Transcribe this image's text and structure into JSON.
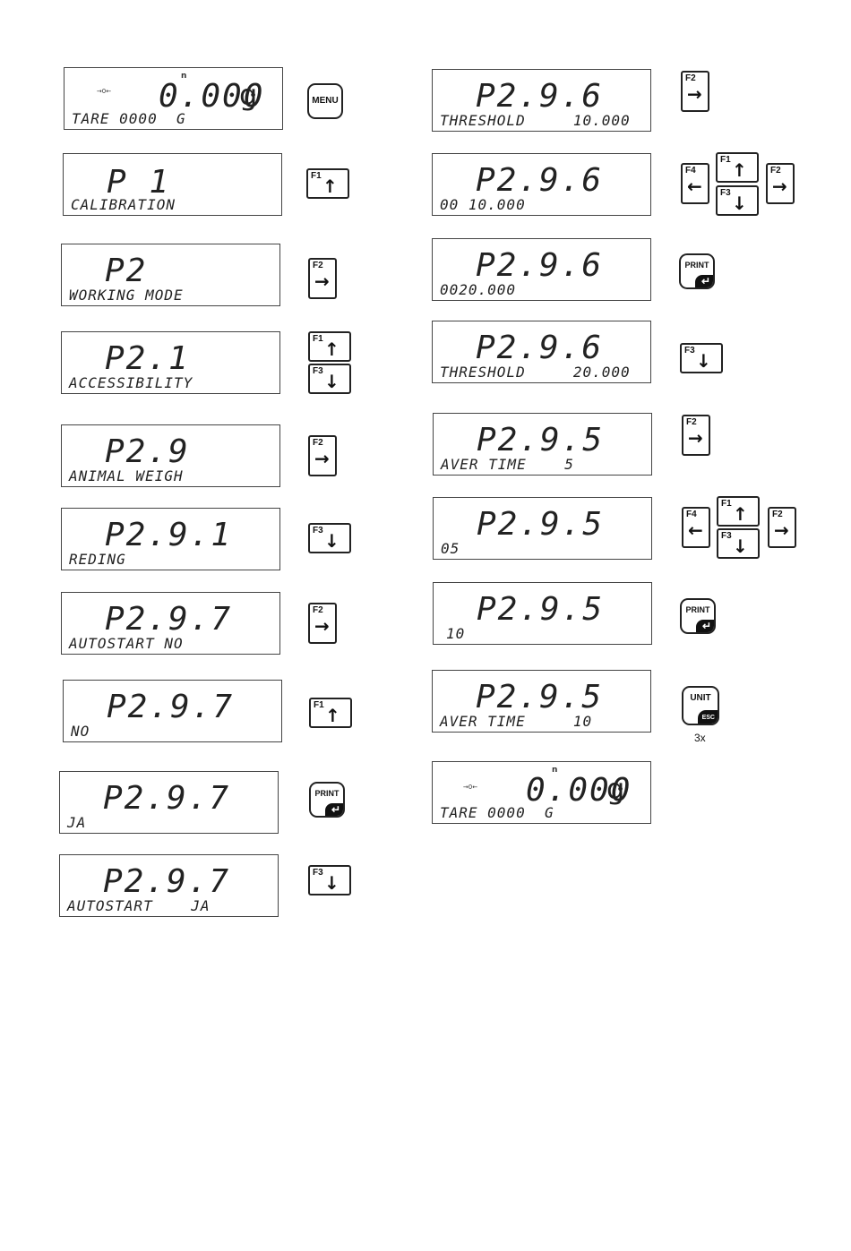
{
  "left": [
    {
      "big": "0.000",
      "unit": "g",
      "small": "TARE 0000  G"
    },
    {
      "big": "P 1",
      "small": "CALIBRATION"
    },
    {
      "big": "P2",
      "small": "WORKING MODE"
    },
    {
      "big": "P2.1",
      "small": "ACCESSIBILITY"
    },
    {
      "big": "P2.9",
      "small": "ANIMAL WEIGH"
    },
    {
      "big": "P2.9.1",
      "small": "REDING"
    },
    {
      "big": "P2.9.7",
      "small": "AUTOSTART NO"
    },
    {
      "big": "P2.9.7",
      "small": "NO"
    },
    {
      "big": "P2.9.7",
      "small": "JA"
    },
    {
      "big": "P2.9.7",
      "small": "AUTOSTART    JA"
    }
  ],
  "right": [
    {
      "big": "P2.9.6",
      "small": "THRESHOLD     10.000"
    },
    {
      "big": "P2.9.6",
      "small": "00 10.000"
    },
    {
      "big": "P2.9.6",
      "small": "0020.000"
    },
    {
      "big": "P2.9.6",
      "small": "THRESHOLD     20.000"
    },
    {
      "big": "P2.9.5",
      "small": "AVER TIME    5"
    },
    {
      "big": "P2.9.5",
      "small": "05"
    },
    {
      "big": "P2.9.5",
      "small": "10"
    },
    {
      "big": "P2.9.5",
      "small": "AVER TIME     10"
    },
    {
      "big": "0.000",
      "unit": "g",
      "small": "TARE 0000  G"
    }
  ],
  "keys": {
    "menu": "MENU",
    "print": "PRINT",
    "unit": "UNIT",
    "esc": "ESC",
    "f1": "F1",
    "f2": "F2",
    "f3": "F3",
    "f4": "F4",
    "up": "↑",
    "down": "↓",
    "right": "→",
    "left": "←",
    "enter": "↵"
  },
  "zero_symbol": "→0←",
  "stable_symbol": "n",
  "repeat_caption": "3x"
}
